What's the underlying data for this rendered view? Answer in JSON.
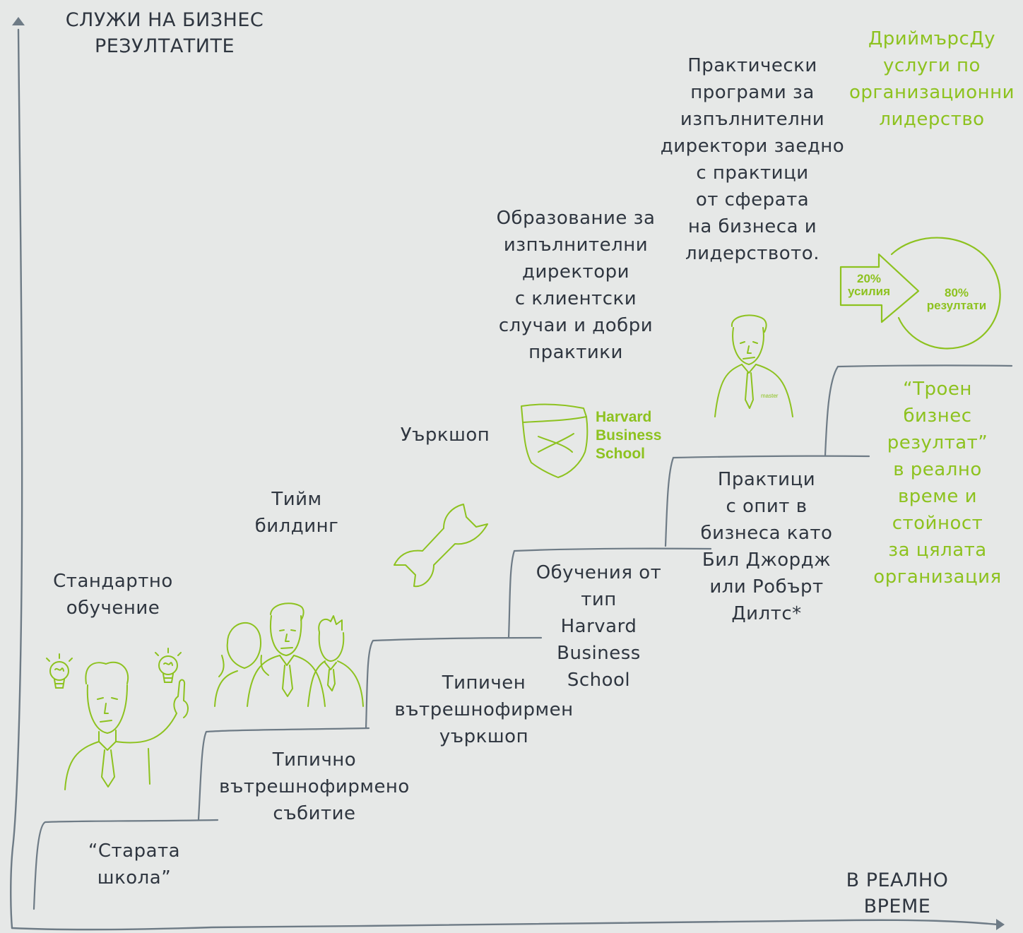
{
  "axis": {
    "y_label": "СЛУЖИ НА БИЗНЕС\nРЕЗУЛТАТИТЕ",
    "x_label": "В РЕАЛНО\nВРЕМЕ"
  },
  "steps": [
    {
      "upper": "Стандартно\nобучение",
      "lower": "“Старата\nшкола”"
    },
    {
      "upper": "Тийм\nбилдинг",
      "lower": "Типично\nвътрешнофирмено\nсъбитие"
    },
    {
      "upper": "Уъркшоп",
      "lower": "Типичен\nвътрешнофирмен\nуъркшоп"
    },
    {
      "upper": "Образование за\nизпълнителни\nдиректори\nс клиентски\nслучаи и добри\nпрактики",
      "lower": "Обучения от\nтип\nHarvard\nBusiness\nSchool"
    },
    {
      "upper": "Практически\nпрограми за\nизпълнителни\nдиректори заедно\nс практици\nот сферата\nна бизнеса и\nлидерството.",
      "lower": "Практици\nс опит в\nбизнеса като\nБил Джордж\nили Робърт\nДилтс*"
    },
    {
      "upper": "ДриймърсДу\nуслуги по\nорганизационни\nлидерство",
      "lower": "“Троен\nбизнес\nрезултат”\nв реално\nвреме и\nстойност\nза цялата\nорганизация"
    }
  ],
  "hbs_logo": {
    "text": "Harvard\nBusiness\nSchool"
  },
  "pareto": {
    "effort": "20%\nусилия",
    "result": "80%\nрезултати"
  },
  "person_tag": "master",
  "colors": {
    "accent": "#8dc21f",
    "ink": "#2f3640",
    "line": "#6e7b86",
    "background": "#e6e8e7"
  },
  "icons": [
    "lightbulb-icon",
    "lightbulb-icon",
    "businessman-icon",
    "team-icon",
    "wrench-icon",
    "shield-icon",
    "master-person-icon",
    "arrow-pie-icon"
  ]
}
